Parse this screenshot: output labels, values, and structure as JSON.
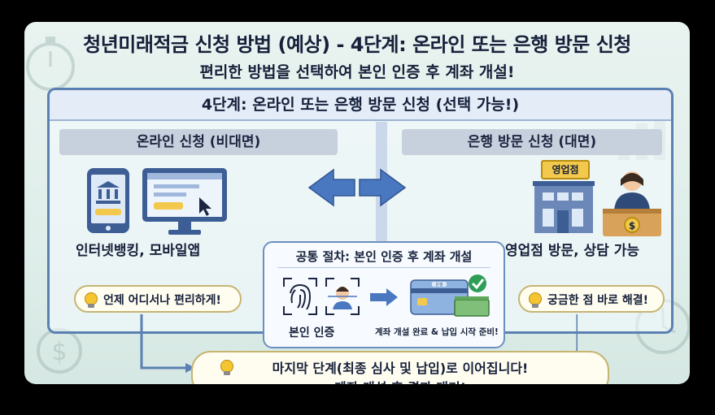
{
  "title": "청년미래적금 신청 방법 (예상) - 4단계: 온라인 또는 은행 방문 신청",
  "subtitle": "편리한 방법을 선택하여 본인 인증 후 계좌 개설!",
  "banner": "4단계: 온라인 또는 은행 방문 신청 (선택 가능!)",
  "online": {
    "header": "온라인 신청 (비대면)",
    "label": "인터넷뱅킹, 모바일앱",
    "tip": "언제 어디서나 편리하게!"
  },
  "bank": {
    "header": "은행 방문 신청 (대면)",
    "sign": "영업점",
    "label": "영업점 방문, 상담 가능",
    "tip": "궁금한 점 바로 해결!"
  },
  "common": {
    "title": "공통 절차: 본인 인증 후 계좌 개설",
    "auth_label": "본인 인증",
    "done_label": "계좌 개설 완료 & 납입 시작 준비!",
    "card_text": "은행"
  },
  "final": {
    "line1": "마지막 단계(최종 심사 및 납입)로 이어집니다!",
    "line2": "계좌 개설 후 결과 대기!"
  },
  "colors": {
    "navy": "#16203a",
    "frame_blue": "#5b80b2",
    "arrow_blue": "#4a78c0",
    "pill_border": "#c6b473",
    "check_green": "#2e9e57"
  }
}
